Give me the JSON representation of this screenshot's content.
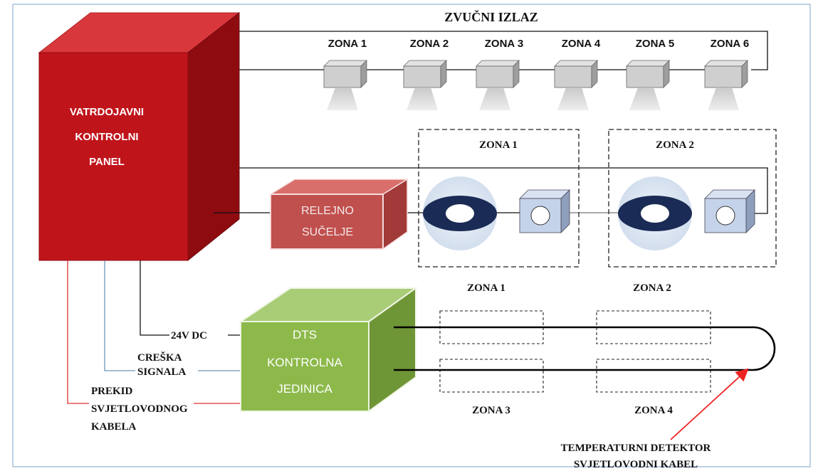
{
  "title": "ZVUČNI IZLAZ",
  "panel": {
    "lines": [
      "VATRDOJAVNI",
      "KONTROLNI",
      "PANEL"
    ]
  },
  "sound_zones": [
    "ZONA 1",
    "ZONA 2",
    "ZONA 3",
    "ZONA 4",
    "ZONA 5",
    "ZONA 6"
  ],
  "relay": {
    "lines": [
      "RELEJNO",
      "SUČELJE"
    ]
  },
  "detector_zones": {
    "box_labels": [
      "ZONA 1",
      "ZONA 2"
    ],
    "below_labels": [
      "ZONA 1",
      "ZONA 2"
    ]
  },
  "dts": {
    "lines": [
      "DTS",
      "KONTROLNA",
      "JEDINICA"
    ]
  },
  "signals": {
    "power": "24V DC",
    "fault": [
      "CREŠKA",
      "SIGNALA"
    ],
    "fiber_break": [
      "PREKID",
      "SVJETLOVODNOG",
      "KABELA"
    ]
  },
  "cable_zones": [
    "ZONA 3",
    "ZONA 4"
  ],
  "cable_label": [
    "TEMPERATURNI DETEKTOR",
    "SVJETLOVODNI KABEL"
  ],
  "colors": {
    "panel_front": "#c0141b",
    "panel_side": "#8e0b10",
    "panel_top": "#d8383c",
    "relay": "#c0504d",
    "dts": "#8db94b",
    "wire_red": "#e03030",
    "wire_blue": "#6e93b3",
    "arrow": "#ee2222",
    "frame": "#7fa0c8"
  }
}
